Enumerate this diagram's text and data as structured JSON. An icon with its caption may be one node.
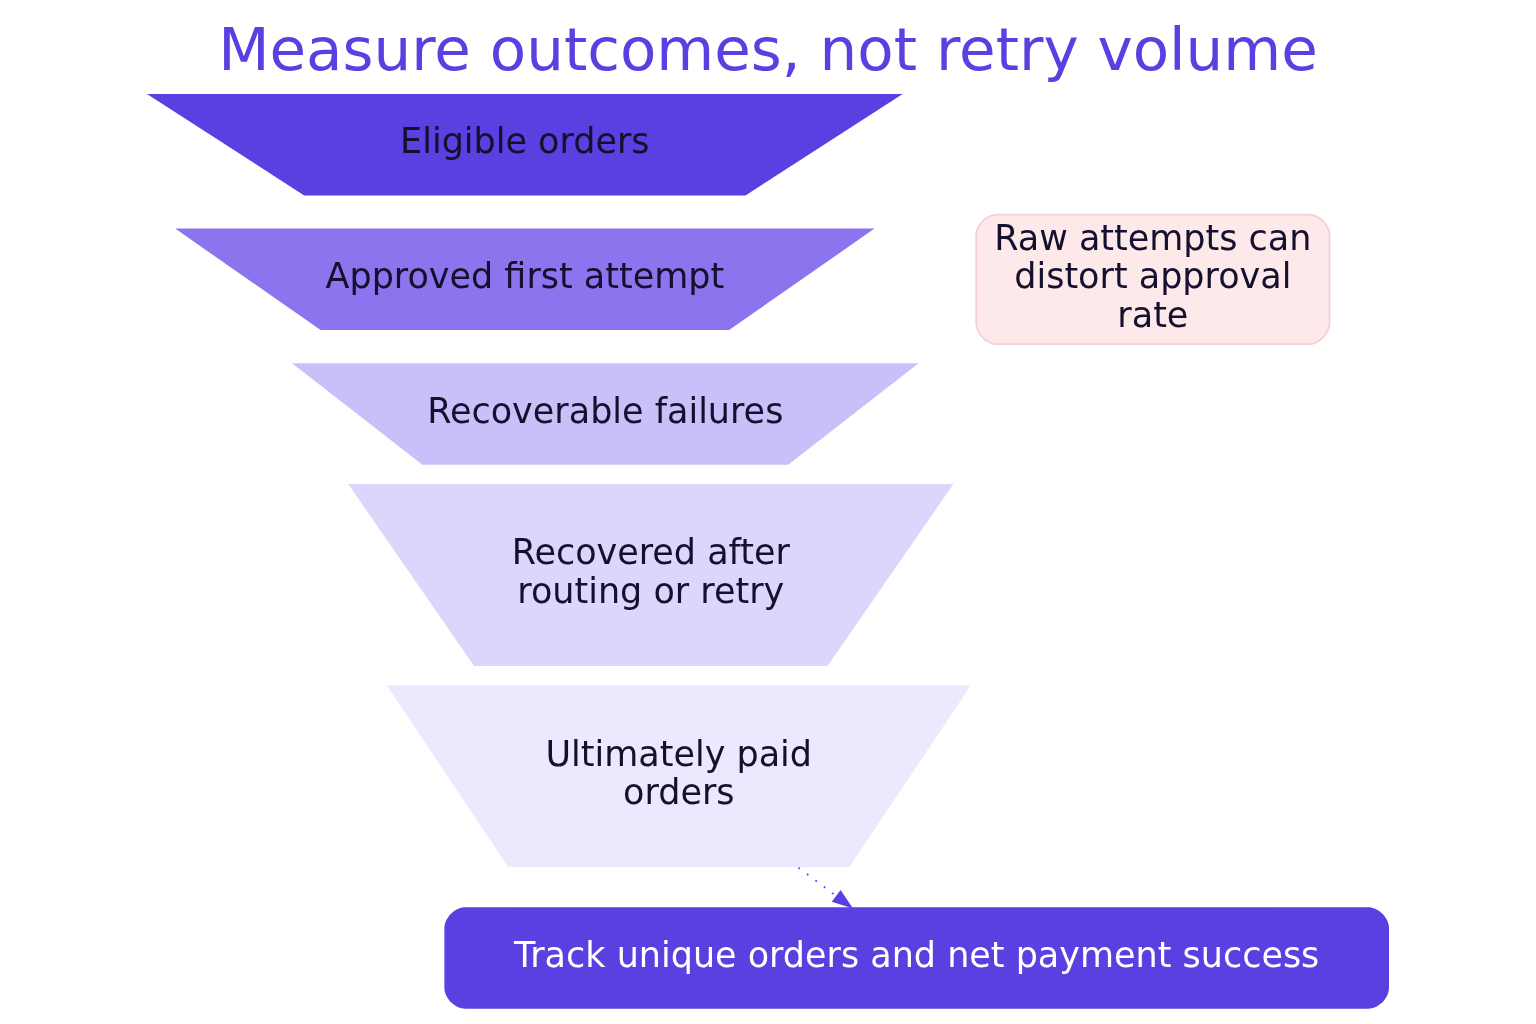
{
  "diagram": {
    "title": "Measure outcomes, not retry volume",
    "nodes": [
      {
        "text": [
          "Eligible orders"
        ]
      },
      {
        "text": [
          "Approved first attempt"
        ]
      },
      {
        "text": [
          "Recoverable failures"
        ]
      },
      {
        "text": [
          "Recovered after routing or retry"
        ]
      },
      {
        "text": [
          "Ultimately paid orders"
        ]
      },
      {
        "text": [
          "Raw attempts can distort approval rate"
        ]
      },
      {
        "text": [
          "Track unique orders and net payment success"
        ]
      }
    ],
    "edges": [
      {
        "from": 4,
        "to": 6,
        "arrow": "to",
        "style": "dashed",
        "color": "#5b3fe0"
      }
    ]
  }
}
